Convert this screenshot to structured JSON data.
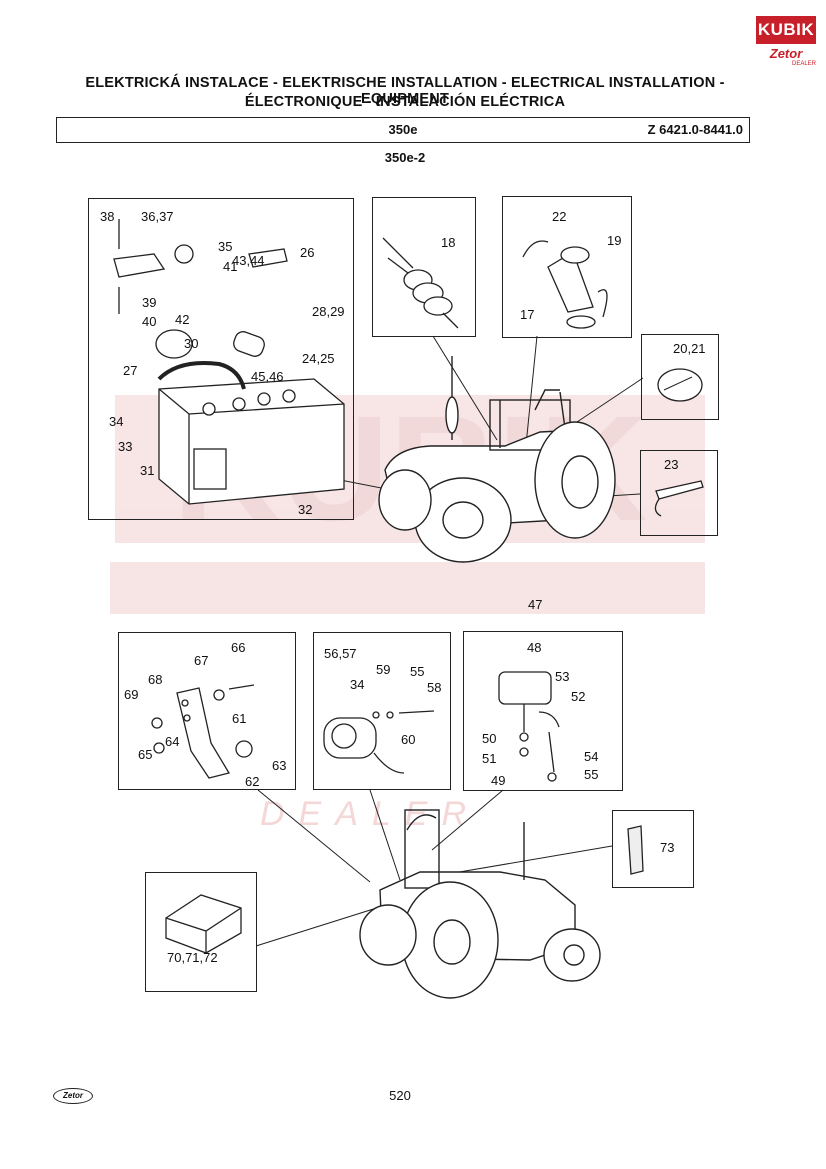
{
  "brand": {
    "logo_text": "KUBIK",
    "sub_logo": "Zetor",
    "sub_caption": "DEALER"
  },
  "watermark": {
    "big": "KUBIK",
    "small": "DEALER"
  },
  "header": {
    "line1": "ELEKTRICKÁ INSTALACE - ELEKTRISCHE INSTALLATION - ELECTRICAL INSTALLATION - EQUIPMENT",
    "line2": "ÉLECTRONIQUE - INSTALACIÓN ELÉCTRICA",
    "model": "350e",
    "code": "Z 6421.0-8441.0"
  },
  "figure_id": "350e-2",
  "panels": {
    "battery": [
      "38",
      "36,37",
      "35",
      "41",
      "43,44",
      "26",
      "39",
      "40",
      "42",
      "28,29",
      "30",
      "27",
      "45,46",
      "24,25",
      "34",
      "33",
      "31",
      "32"
    ],
    "plug": [
      "18"
    ],
    "lamp": [
      "22",
      "19",
      "17"
    ],
    "cap": [
      "20,21"
    ],
    "belt": [
      "23"
    ],
    "bracket": [
      "66",
      "67",
      "68",
      "69",
      "61",
      "64",
      "65",
      "62",
      "63"
    ],
    "socket": [
      "56,57",
      "59",
      "55",
      "34",
      "58",
      "60"
    ],
    "worklight": [
      "47",
      "48",
      "53",
      "52",
      "50",
      "51",
      "54",
      "49",
      "55"
    ],
    "reflector": [
      "73"
    ],
    "triangle": [
      "70,71,72"
    ]
  },
  "footer": {
    "logo": "Zetor",
    "page": "520"
  }
}
